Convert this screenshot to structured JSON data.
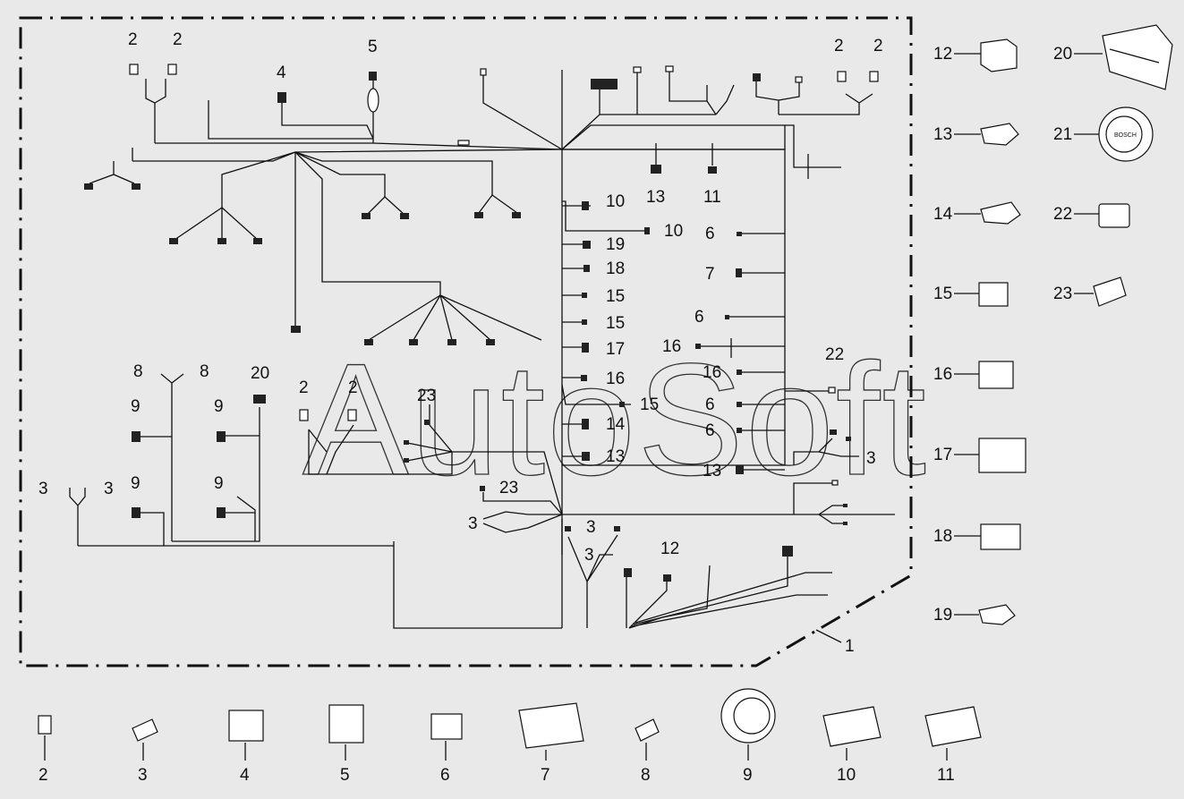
{
  "watermark": "AutoSoft",
  "callouts": {
    "c2a": "2",
    "c2b": "2",
    "c4": "4",
    "c5": "5",
    "c2c": "2",
    "c2d": "2",
    "c13a": "13",
    "c11a": "11",
    "c10a": "10",
    "c10b": "10",
    "c19a": "19",
    "c18a": "18",
    "c15a": "15",
    "c15b": "15",
    "c17a": "17",
    "c16a": "16",
    "c15c": "15",
    "c14a": "14",
    "c13b": "13",
    "c6a": "6",
    "c7a": "7",
    "c6b": "6",
    "c16b": "16",
    "c16c": "16",
    "c22a": "22",
    "c6c": "6",
    "c6d": "6",
    "c3a": "3",
    "c13c": "13",
    "c8a": "8",
    "c8b": "8",
    "c20a": "20",
    "c9a": "9",
    "c9b": "9",
    "c9c": "9",
    "c9d": "9",
    "c2e": "2",
    "c2f": "2",
    "c23a": "23",
    "c3b": "3",
    "c3c": "3",
    "c23b": "23",
    "c3d": "3",
    "c3e": "3",
    "c3f": "3",
    "c12a": "12",
    "c1": "1"
  },
  "legend_right": [
    {
      "label": "12"
    },
    {
      "label": "20"
    },
    {
      "label": "13"
    },
    {
      "label": "21"
    },
    {
      "label": "14"
    },
    {
      "label": "22"
    },
    {
      "label": "15"
    },
    {
      "label": "23"
    },
    {
      "label": "16"
    },
    {
      "label": "17"
    },
    {
      "label": "18"
    },
    {
      "label": "19"
    }
  ],
  "legend_bottom": [
    {
      "label": "2"
    },
    {
      "label": "3"
    },
    {
      "label": "4"
    },
    {
      "label": "5"
    },
    {
      "label": "6"
    },
    {
      "label": "7"
    },
    {
      "label": "8"
    },
    {
      "label": "9"
    },
    {
      "label": "10"
    },
    {
      "label": "11"
    }
  ],
  "connector21_text": "BOSCH"
}
